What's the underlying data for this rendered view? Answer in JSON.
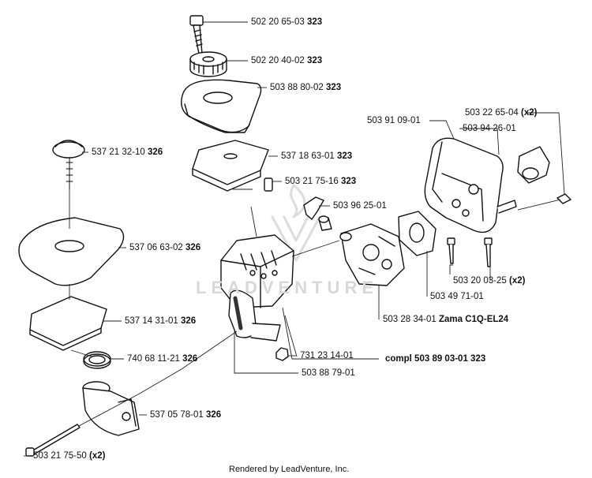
{
  "parts": [
    {
      "id": "p1",
      "number": "502 20 65-03",
      "suffix": "323"
    },
    {
      "id": "p2",
      "number": "502 20 40-02",
      "suffix": "323"
    },
    {
      "id": "p3",
      "number": "503 88 80-02",
      "suffix": "323"
    },
    {
      "id": "p4",
      "number": "537 21 32-10",
      "suffix": "326"
    },
    {
      "id": "p5",
      "number": "537 18 63-01",
      "suffix": "323"
    },
    {
      "id": "p6",
      "number": "503 21 75-16",
      "suffix": "323"
    },
    {
      "id": "p7",
      "number": "503 96 25-01",
      "suffix": ""
    },
    {
      "id": "p8",
      "number": "537 06 63-02",
      "suffix": "326"
    },
    {
      "id": "p9",
      "number": "537 14 31-01",
      "suffix": "326"
    },
    {
      "id": "p10",
      "number": "740 68 11-21",
      "suffix": "326"
    },
    {
      "id": "p11",
      "number": "537 05 78-01",
      "suffix": "326"
    },
    {
      "id": "p12",
      "number": "503 21 75-50",
      "suffix": "(x2)"
    },
    {
      "id": "p13",
      "number": "731 23 14-01",
      "suffix": ""
    },
    {
      "id": "p14",
      "number": "503 88 79-01",
      "suffix": ""
    },
    {
      "id": "p15",
      "number": "compl 503 89 03-01",
      "suffix": "323"
    },
    {
      "id": "p16",
      "number": "503 28 34-01",
      "suffix": "Zama C1Q-EL24"
    },
    {
      "id": "p17",
      "number": "503 49 71-01",
      "suffix": ""
    },
    {
      "id": "p18",
      "number": "503 20 03-25",
      "suffix": "(x2)"
    },
    {
      "id": "p19",
      "number": "503 91 09-01",
      "suffix": ""
    },
    {
      "id": "p20",
      "number": "503 22 65-04",
      "suffix": "(x2)"
    },
    {
      "id": "p21",
      "number": "503 94 26-01",
      "suffix": ""
    }
  ],
  "watermark": "LEADVENTURE",
  "footer": "Rendered by LeadVenture, Inc."
}
